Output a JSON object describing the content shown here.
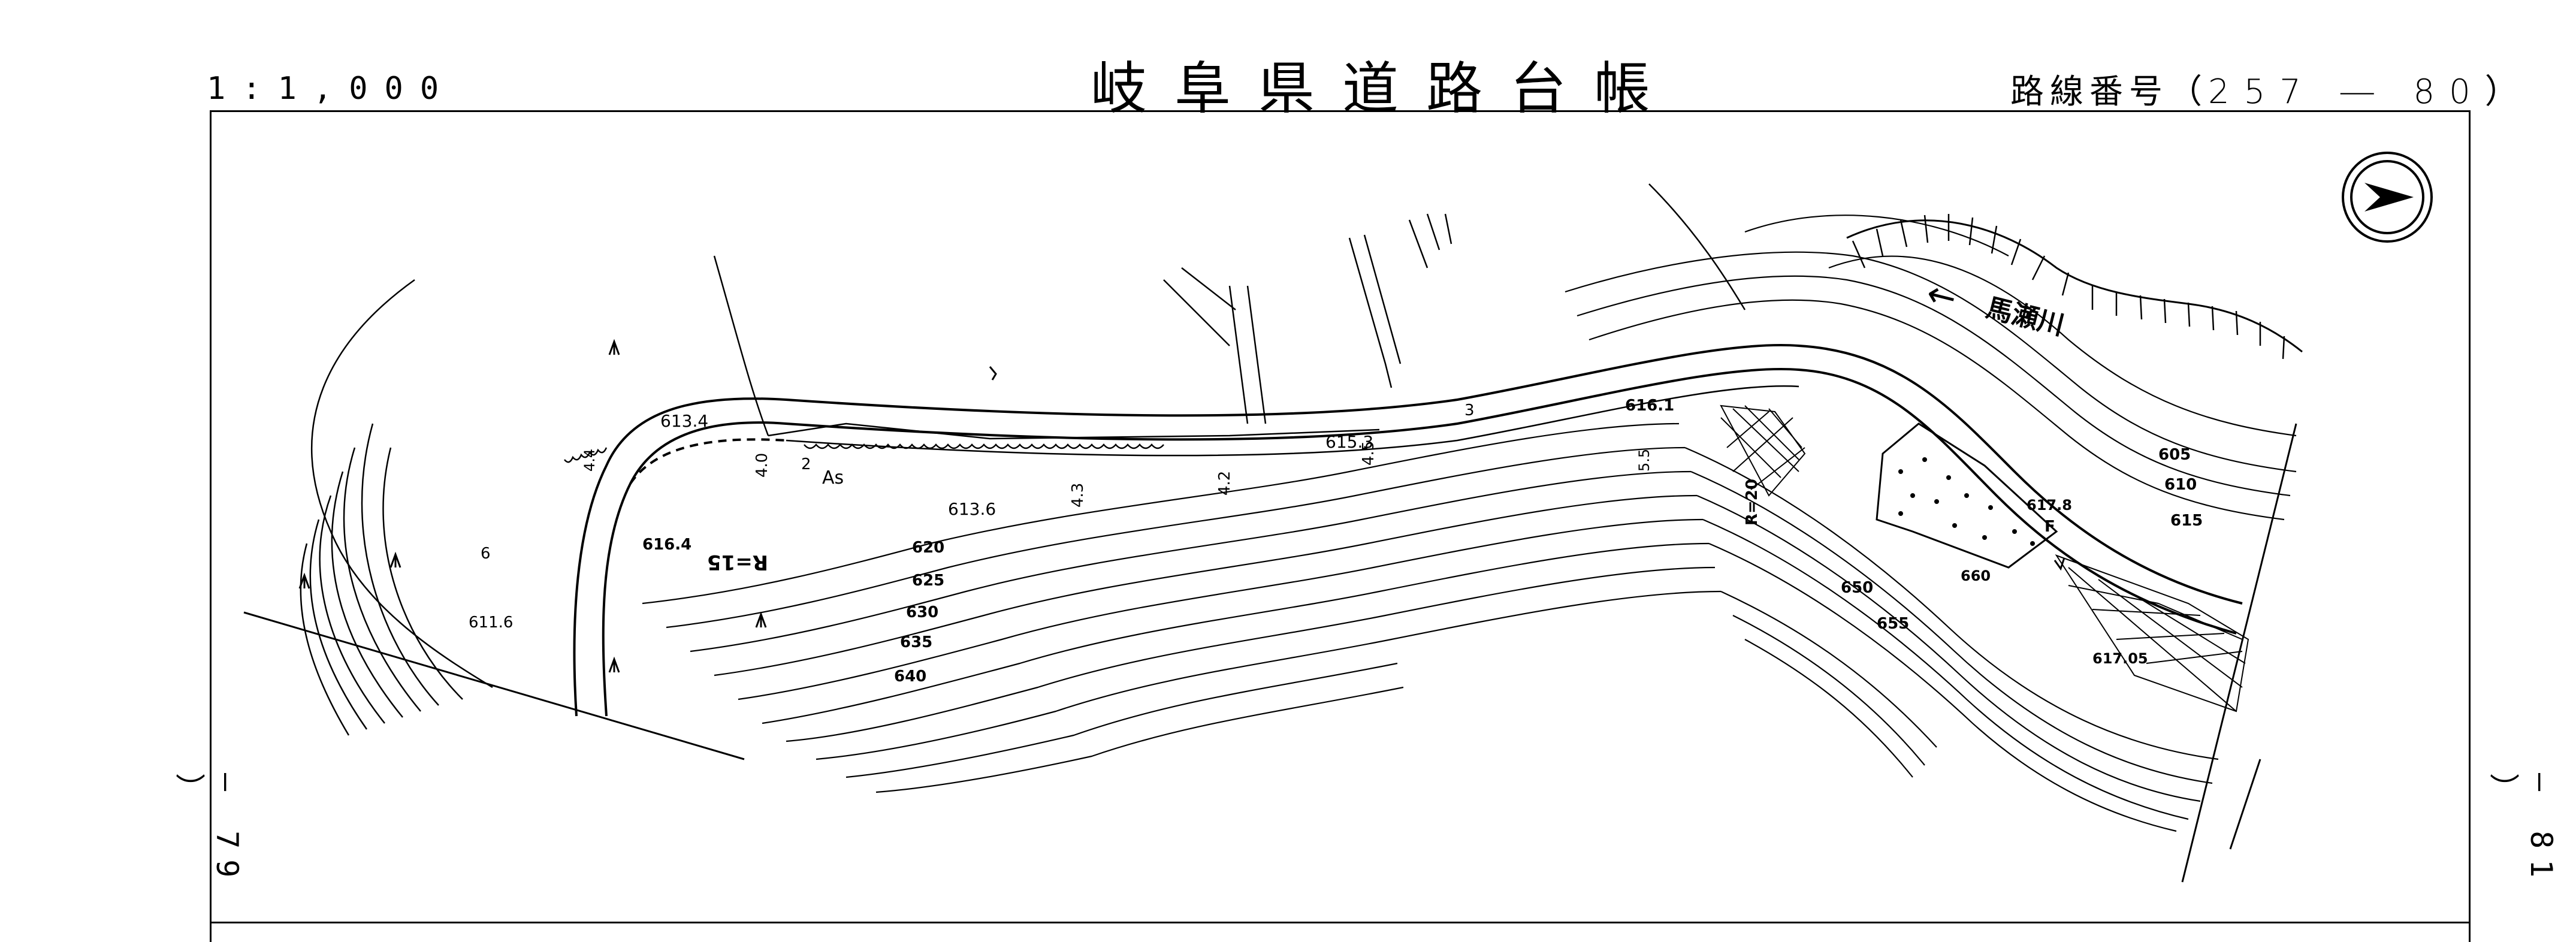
{
  "header": {
    "scale": "1:1,000",
    "title": "岐阜県道路台帳",
    "route_prefix": "路線番号（",
    "route_number": "257 ― 80",
    "route_suffix": "）"
  },
  "margins": {
    "left_page_ref": "― 79 ）",
    "right_page_ref": "― 81 ）"
  },
  "map": {
    "north_arrow_icon": "north-arrow-icon",
    "river_label": "馬瀬川",
    "river_arrow": "←",
    "surface_label": "As",
    "curve_label": "R=15",
    "elevations": [
      "613.4",
      "615.3",
      "613.6",
      "616.1",
      "617.8",
      "617.05",
      "611.6",
      "616.4"
    ],
    "contours": [
      "605",
      "610",
      "615",
      "620",
      "625",
      "630",
      "635",
      "640",
      "650",
      "655",
      "660"
    ],
    "widths": [
      "4.4",
      "4.0",
      "4.3",
      "4.2",
      "4.5",
      "5.5",
      "6"
    ],
    "misc": [
      "2",
      "3",
      "R=20",
      "F"
    ]
  }
}
